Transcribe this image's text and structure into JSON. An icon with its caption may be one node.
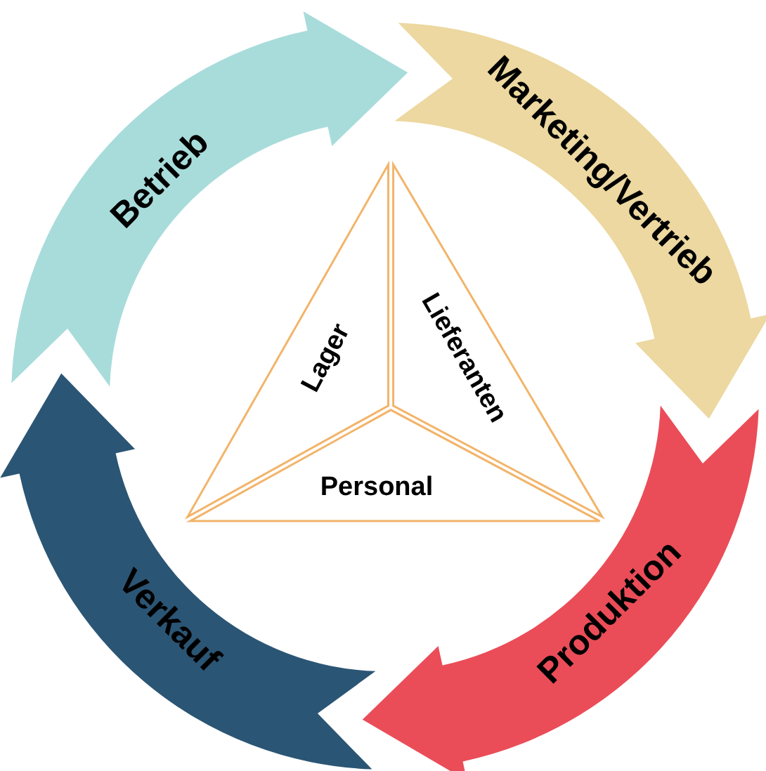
{
  "diagram": {
    "nodes": [
      {
        "text": [
          "Betrieb"
        ]
      },
      {
        "text": [
          "Marketing/Vertrieb"
        ]
      },
      {
        "text": [
          "Produktion"
        ]
      },
      {
        "text": [
          "Verkauf"
        ]
      },
      {
        "text": [
          "Lager"
        ]
      },
      {
        "text": [
          "Lieferanten"
        ]
      },
      {
        "text": [
          "Personal"
        ]
      }
    ]
  }
}
